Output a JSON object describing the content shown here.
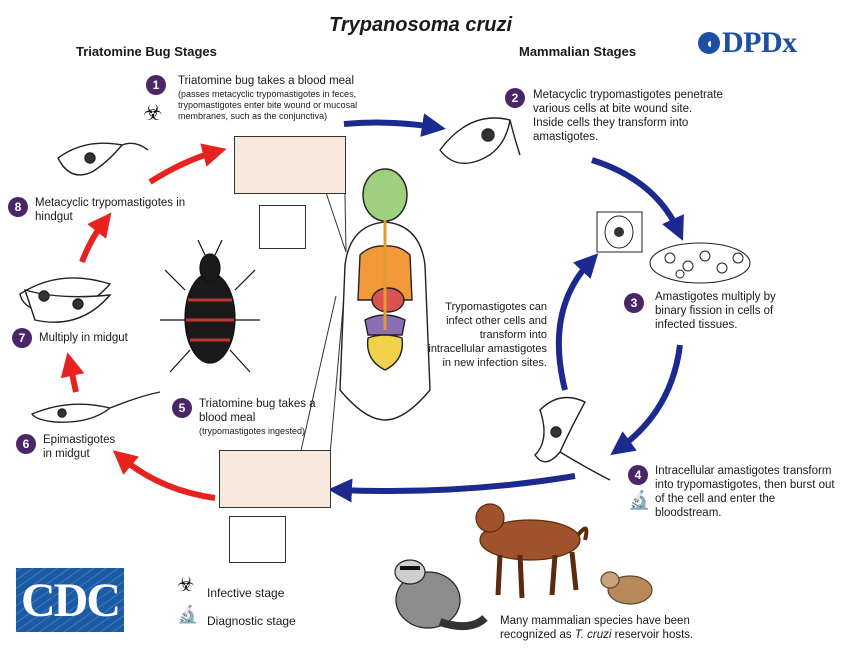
{
  "title": "Trypanosoma cruzi",
  "sections": {
    "left": "Triatomine Bug Stages",
    "right": "Mammalian Stages"
  },
  "brand": {
    "dpdx": "DPDx",
    "cdc": "CDC"
  },
  "steps": [
    {
      "num": "1",
      "text": "Triatomine bug takes a blood meal",
      "note": "(passes metacyclic trypomastigotes in feces, trypomastigotes enter bite wound or mucosal membranes, such as the conjunctiva)"
    },
    {
      "num": "2",
      "text": "Metacyclic trypomastigotes penetrate various cells at bite wound site.  Inside cells they transform into amastigotes."
    },
    {
      "num": "3",
      "text": "Amastigotes multiply by binary fission in cells of infected tissues."
    },
    {
      "num": "4",
      "text": "Intracellular amastigotes transform into trypomastigotes, then burst out of the cell and enter the bloodstream."
    },
    {
      "num": "5",
      "text": "Triatomine bug takes a blood meal",
      "note": "(trypomastigotes ingested)"
    },
    {
      "num": "6",
      "text": "Epimastigotes in midgut"
    },
    {
      "num": "7",
      "text": "Multiply in midgut"
    },
    {
      "num": "8",
      "text": "Metacyclic trypomastigotes in hindgut"
    }
  ],
  "center_note": "Trypomastigotes can infect other cells and transform into intracellular amastigotes in new infection sites.",
  "legend": {
    "infective": "Infective stage",
    "diagnostic": "Diagnostic stage"
  },
  "reservoir_note": {
    "before": "Many mammalian species have been recognized as ",
    "species": "T. cruzi",
    "after": " reservoir hosts."
  },
  "colors": {
    "red_arrow": "#e8231f",
    "blue_arrow": "#1c2a8f",
    "step_badge": "#4a2668",
    "brand_blue": "#1f4fa3"
  },
  "icons": [
    "biohazard-icon",
    "microscope-icon"
  ]
}
